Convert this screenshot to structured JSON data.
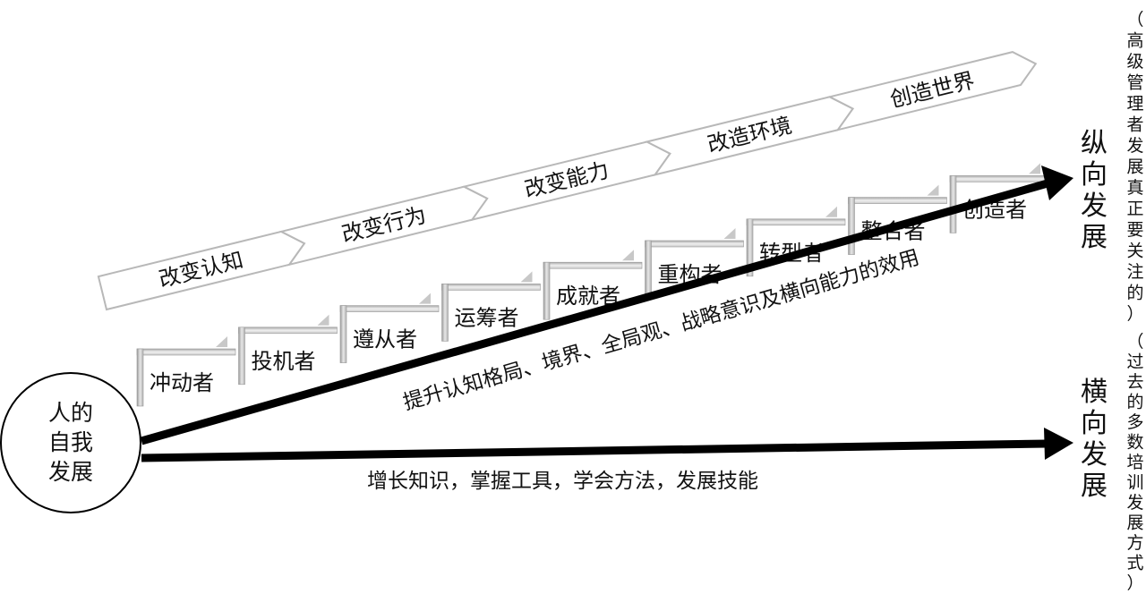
{
  "origin": {
    "lines": [
      "人的",
      "自我",
      "发展"
    ]
  },
  "chevrons": [
    "改变认知",
    "改变行为",
    "改变能力",
    "改造环境",
    "创造世界"
  ],
  "steps": [
    "冲动者",
    "投机者",
    "遵从者",
    "运筹者",
    "成就者",
    "重构者",
    "转型者",
    "整合者",
    "创造者"
  ],
  "vertical_arrow": {
    "label": "提升认知格局、境界、全局观、战略意识及横向能力的效用"
  },
  "horizontal_arrow": {
    "label": "增长知识，掌握工具，学会方法，发展技能"
  },
  "vertical_direction": {
    "chars": [
      "纵",
      "向",
      "发",
      "展"
    ],
    "note": [
      "（",
      "高",
      "级",
      "管",
      "理",
      "者",
      "发",
      "展",
      "真",
      "正",
      "要",
      "关",
      "注",
      "的",
      "）"
    ]
  },
  "horizontal_direction": {
    "chars": [
      "横",
      "向",
      "发",
      "展"
    ],
    "note": [
      "（",
      "过",
      "去",
      "的",
      "多",
      "数",
      "培",
      "训",
      "发",
      "展",
      "方",
      "式",
      "）"
    ]
  }
}
